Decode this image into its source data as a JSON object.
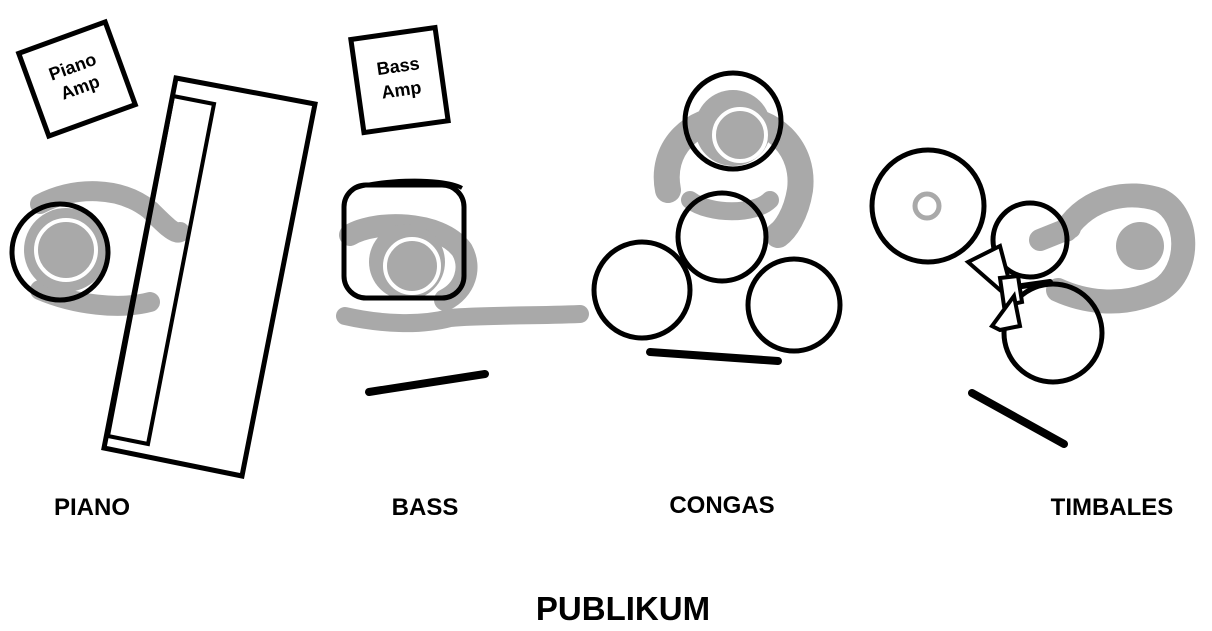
{
  "amps": {
    "piano": {
      "line1": "Piano",
      "line2": "Amp"
    },
    "bass": {
      "line1": "Bass",
      "line2": "Amp"
    }
  },
  "labels": {
    "piano": "PIANO",
    "bass": "BASS",
    "congas": "CONGAS",
    "timbales": "TIMBALES",
    "audience": "PUBLIKUM"
  },
  "colors": {
    "ink": "#000000",
    "shadow": "#a9a9a9",
    "background": "#ffffff"
  }
}
